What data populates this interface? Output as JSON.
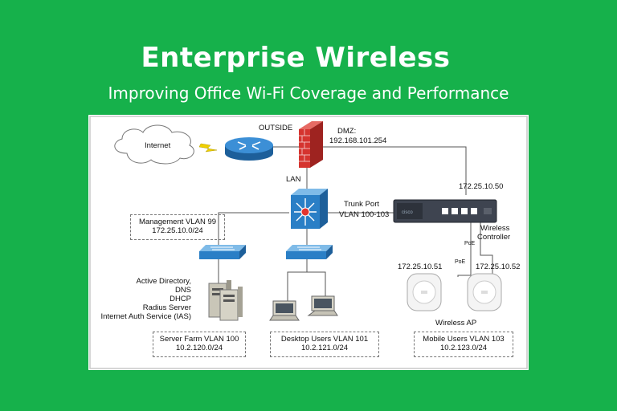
{
  "header": {
    "title": "Enterprise Wireless",
    "subtitle": "Improving Office Wi-Fi Coverage and Performance"
  },
  "diagram": {
    "internet": "Internet",
    "outside": "OUTSIDE",
    "dmz_label": "DMZ:",
    "dmz_ip": "192.168.101.254",
    "lan": "LAN",
    "trunk_port": "Trunk Port",
    "trunk_vlans": "VLAN 100-103",
    "controller_ip": "172.25.10.50",
    "controller_label_1": "Wireless",
    "controller_label_2": "Controller",
    "poe_1": "PoE",
    "poe_2": "PoE",
    "ap1_ip": "172.25.10.51",
    "ap2_ip": "172.25.10.52",
    "ap_label": "Wireless AP",
    "mgmt_vlan": "Management VLAN 99",
    "mgmt_subnet": "172.25.10.0/24",
    "services": [
      "Active Directory,",
      "DNS",
      "DHCP",
      "Radius Server",
      "Internet Auth Service (IAS)"
    ],
    "server_vlan": "Server Farm VLAN 100",
    "server_subnet": "10.2.120.0/24",
    "desktop_vlan": "Desktop Users VLAN 101",
    "desktop_subnet": "10.2.121.0/24",
    "mobile_vlan": "Mobile Users VLAN 103",
    "mobile_subnet": "10.2.123.0/24"
  },
  "colors": {
    "background": "#16b14b",
    "device_blue": "#2a7fc6",
    "firewall_red": "#d5342f"
  }
}
